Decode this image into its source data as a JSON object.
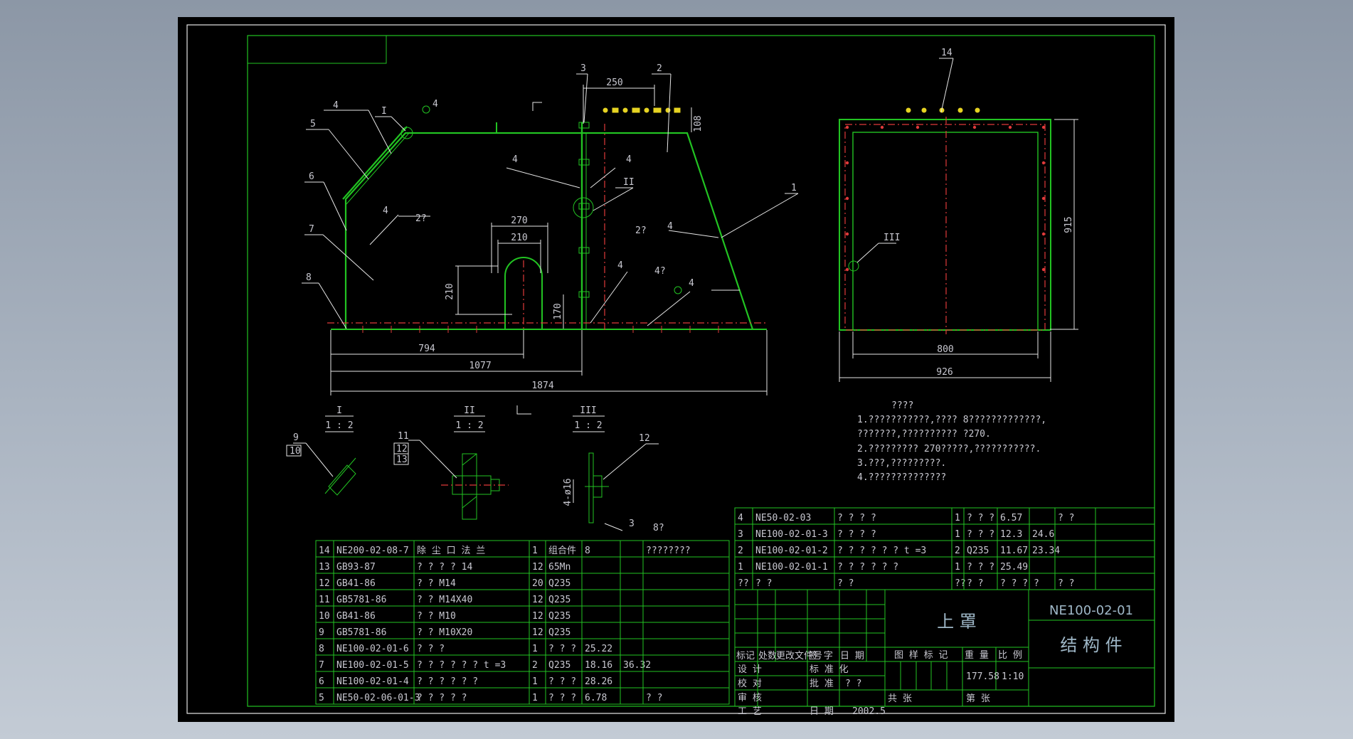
{
  "colors": {
    "background": "#000000",
    "outline": "#22c322",
    "dims": "#e6e6e6",
    "centerline": "#e03a3a",
    "bolt": "#e6d322"
  },
  "front_view": {
    "dims": {
      "d250": "250",
      "d108": "108",
      "d270": "270",
      "d210a": "210",
      "d210b": "210",
      "d170": "170",
      "d794": "794",
      "d1077": "1077",
      "d1874": "1874"
    },
    "balloons": {
      "b1": "1",
      "b2": "2",
      "b3": "3",
      "b4": "4",
      "b5": "5",
      "b6": "6",
      "b7": "7",
      "b8": "8",
      "bI": "I",
      "bII": "II",
      "w1": "4",
      "w2": "4",
      "w3": "4",
      "w4": "4",
      "w5": "4",
      "w6": "4",
      "w7": "4",
      "w8": "4",
      "w2a": "2?",
      "w2b": "2?",
      "w4b": "4?"
    }
  },
  "side_view": {
    "dims": {
      "d800": "800",
      "d926": "926",
      "d915": "915"
    },
    "balloons": {
      "b14": "14",
      "bIII": "III"
    }
  },
  "details": {
    "I": {
      "label": "I",
      "scale": "1 : 2",
      "parts": [
        "9",
        "10"
      ]
    },
    "II": {
      "label": "II",
      "scale": "1 : 2",
      "parts": [
        "11",
        "12",
        "13"
      ]
    },
    "III": {
      "label": "III",
      "scale": "1 : 2",
      "part": "12",
      "dia": "4-ø16",
      "weld1": "3",
      "weld2": "8?"
    }
  },
  "notes": {
    "title": "????",
    "lines": [
      "1.???????????,????      8?????????????,",
      "   ???????,??????????      ?270.",
      "2.?????????     270?????,???????????.",
      "3.???,?????????.",
      "4.??????????????"
    ]
  },
  "bom_left": [
    [
      "14",
      "NE200-02-08-7",
      "除 尘 口 法 兰",
      "1",
      "组合件",
      "8",
      "",
      "????????"
    ],
    [
      "13",
      "GB93-87",
      "? ? ? ?       14",
      "12",
      "65Mn",
      "",
      "",
      ""
    ],
    [
      "12",
      "GB41-86",
      "?        ?       M14",
      "20",
      "Q235",
      "",
      "",
      ""
    ],
    [
      "11",
      "GB5781-86",
      "?        ?       M14X40",
      "12",
      "Q235",
      "",
      "",
      ""
    ],
    [
      "10",
      "GB41-86",
      "?        ?       M10",
      "12",
      "Q235",
      "",
      "",
      ""
    ],
    [
      "9",
      "GB5781-86",
      "?        ?       M10X20",
      "12",
      "Q235",
      "",
      "",
      ""
    ],
    [
      "8",
      "NE100-02-01-6",
      "? ? ?",
      "1",
      "? ? ?",
      "25.22",
      "",
      ""
    ],
    [
      "7",
      "NE100-02-01-5",
      "? ? ? ? ? ?  t   =3",
      "2",
      "Q235",
      "18.16",
      "36.32",
      ""
    ],
    [
      "6",
      "NE100-02-01-4",
      "? ? ? ? ? ?",
      "1",
      "? ? ?",
      "28.26",
      "",
      ""
    ],
    [
      "5",
      "NE50-02-06-01-3",
      "? ? ? ? ?",
      "1",
      "? ? ?",
      "6.78",
      "",
      "?   ?"
    ]
  ],
  "bom_right": [
    [
      "4",
      "NE50-02-03",
      "? ? ? ?",
      "1",
      "? ? ?",
      "6.57",
      "",
      "?    ?"
    ],
    [
      "3",
      "NE100-02-01-3",
      "? ? ? ?",
      "1",
      "? ? ?",
      "12.3",
      "24.6",
      ""
    ],
    [
      "2",
      "NE100-02-01-2",
      "? ? ? ? ? ?  t   =3",
      "2",
      "Q235",
      "11.67",
      "23.34",
      ""
    ],
    [
      "1",
      "NE100-02-01-1",
      "? ? ? ? ? ?",
      "1",
      "? ? ?",
      "25.49",
      "",
      ""
    ],
    [
      "??",
      "?      ?",
      "?            ?",
      "??",
      "?      ?",
      "? ? ? ?",
      "",
      "?    ?"
    ]
  ],
  "title_block": {
    "name": "上    罩",
    "drawing_no": "NE100-02-01",
    "category": "结 构 件",
    "row_labels": [
      "标记",
      "处数",
      "更改文件号",
      "签  字",
      "日  期"
    ],
    "design": "设    计",
    "standard": "标 准 化",
    "stage": "图  样  标  记",
    "weight_label": "重  量",
    "scale_label": "比  例",
    "check": "校    对",
    "approve": "批    准",
    "approve_val": "? ?",
    "review": "审    核",
    "process": "工    艺",
    "date_label": "日    期",
    "date": "2002.5",
    "weight": "177.58",
    "scale": "1:10",
    "total": "共         张",
    "sheet": "第         张"
  }
}
